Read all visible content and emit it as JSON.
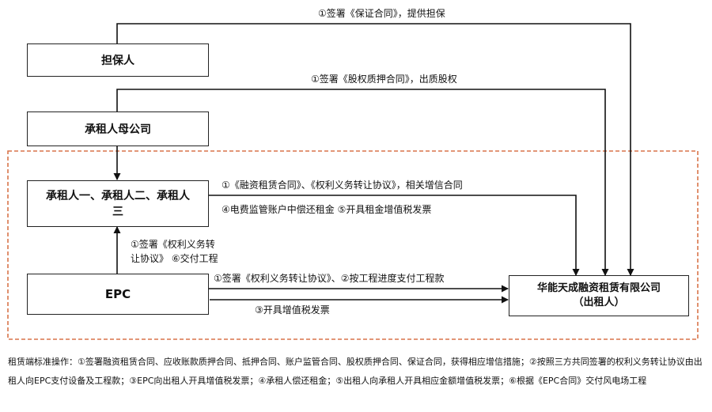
{
  "nodes": {
    "guarantor": "担保人",
    "parent": "承租人母公司",
    "lessees": "承租人一、承租人二、承租人三",
    "epc": "EPC",
    "lessor_line1": "华能天成融资租赁有限公司",
    "lessor_line2": "（出租人）"
  },
  "edges": {
    "guarantee": "①签署《保证合同》，提供担保",
    "equity_pledge": "①签署《股权质押合同》，出质股权",
    "lease_contracts": "①《融资租赁合同》、《权利义务转让协议》，相关增信合同",
    "repay_invoice": "④电费监管账户中偿还租金  ⑤开具租金增值税发票",
    "epc_to_lessee_1": "①签署《权利义务转",
    "epc_to_lessee_2": "让协议》  ⑥交付工程",
    "epc_lessor_top": "①签署《权利义务转让协议》、②按工程进度支付工程款",
    "epc_lessor_bottom": "③开具增值税发票"
  },
  "footnote": "租赁端标准操作：①签署融资租赁合同、应收账款质押合同、抵押合同、账户监管合同、股权质押合同、保证合同，获得相应增信措施；②按照三方共同签署的权利义务转让协议由出租人向EPC支付设备及工程款；③EPC向出租人开具增值税发票；④承租人偿还租金；⑤出租人向承租人开具相应金额增值税发票；⑥根据《EPC合同》交付风电场工程",
  "colors": {
    "dashed_border": "#d9744a",
    "line": "#111111"
  }
}
